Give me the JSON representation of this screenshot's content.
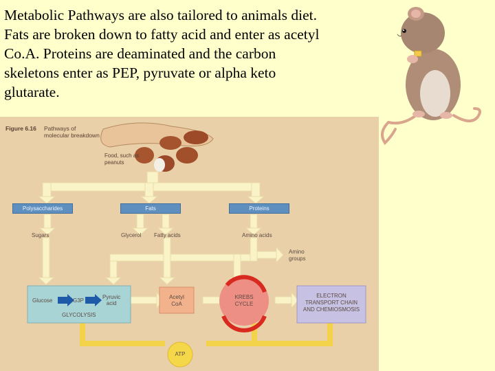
{
  "slide": {
    "text_lines": [
      "Metabolic Pathways are also tailored to animals diet.",
      "Fats are broken down to fatty acid and enter as acetyl",
      "Co.A. Proteins are deaminated and the carbon",
      "skeletons enter as PEP, pyruvate or alpha keto",
      "glutarate."
    ]
  },
  "figure": {
    "caption_number": "Figure 6.16",
    "caption_text_lines": [
      "Pathways of",
      "molecular breakdown"
    ],
    "food_label_lines": [
      "Food, such as",
      "peanuts"
    ],
    "headers": {
      "polysaccharides": "Polysaccharides",
      "fats": "Fats",
      "proteins": "Proteins"
    },
    "sugars": "Sugars",
    "glycerol": "Glycerol",
    "fatty_acids": "Fatty acids",
    "amino_acids": "Amino acids",
    "amino_groups_lines": [
      "Amino",
      "groups"
    ],
    "glucose": "Glucose",
    "g3p": "G3P",
    "pyruvic_acid_lines": [
      "Pyruvic",
      "acid"
    ],
    "glycolysis": "GLYCOLYSIS",
    "acetyl_coa_lines": [
      "Acetyl",
      "CoA"
    ],
    "krebs_lines": [
      "KREBS",
      "CYCLE"
    ],
    "etc_lines": [
      "ELECTRON",
      "TRANSPORT CHAIN",
      "AND CHEMIOSMOSIS"
    ],
    "atp": "ATP"
  },
  "colors": {
    "background": "#ffffcc",
    "figure_bg": "#e9d0a9",
    "header_blue": "#5f8fbf",
    "arrow_cream": "#fbf3c8",
    "arrow_yellow": "#f2d34a",
    "glycolysis_box": "#a9d4d6",
    "acetyl_box": "#f2b28c",
    "krebs_circle": "#ee8f86",
    "etc_box": "#c7c1e3"
  }
}
